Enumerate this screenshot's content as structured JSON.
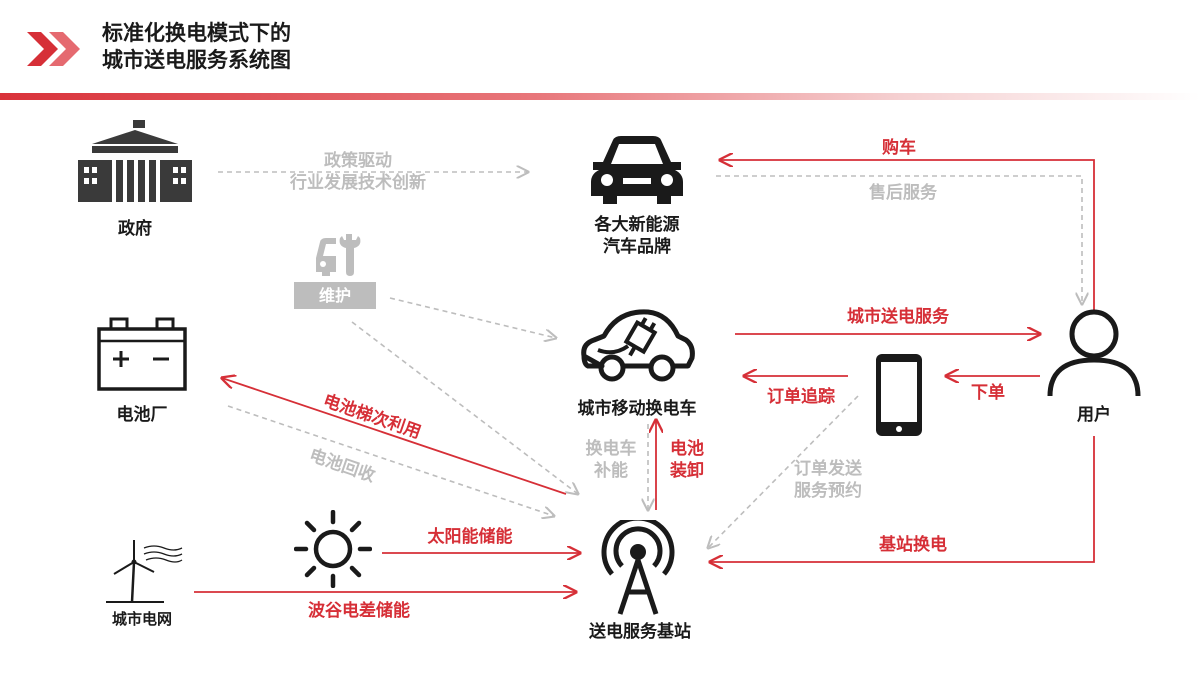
{
  "title": {
    "line1": "标准化换电模式下的",
    "line2": "城市送电服务系统图"
  },
  "nodes": {
    "government": "政府",
    "car_brands": {
      "line1": "各大新能源",
      "line2": "汽车品牌"
    },
    "battery_factory": "电池厂",
    "mobile_swap_car": "城市移动换电车",
    "user": "用户",
    "city_grid": "城市电网",
    "base_station": "送电服务基站",
    "maintenance": "维护"
  },
  "flows": {
    "policy": {
      "line1": "政策驱动",
      "line2": "行业发展技术创新"
    },
    "purchase": "购车",
    "after_sales": "售后服务",
    "city_power_service": "城市送电服务",
    "order_tracking": "订单追踪",
    "place_order": "下单",
    "battery_reuse": "电池梯次利用",
    "battery_recycle": "电池回收",
    "swap_replenish": {
      "line1": "换电车",
      "line2": "补能"
    },
    "battery_load": {
      "line1": "电池",
      "line2": "装卸"
    },
    "order_send": {
      "line1": "订单发送",
      "line2": "服务预约"
    },
    "solar_storage": "太阳能储能",
    "valley_storage": "波谷电差储能",
    "station_swap": "基站换电"
  },
  "colors": {
    "accent_red": "#d62f37",
    "gray": "#bdbdbd",
    "dark": "#1a1a1a"
  },
  "icons": {
    "government": "government-building-icon",
    "car": "car-front-icon",
    "battery": "battery-icon",
    "swap_car": "electric-car-plug-icon",
    "user": "user-icon",
    "phone": "smartphone-icon",
    "sun": "sun-icon",
    "wind": "wind-turbine-icon",
    "tower": "signal-tower-icon",
    "maintenance": "wrench-car-icon"
  }
}
